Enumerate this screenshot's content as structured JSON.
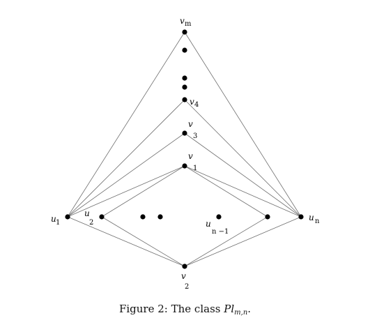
{
  "diagram": {
    "vertices": [
      {
        "id": "vm",
        "label": "v",
        "sub": "m"
      },
      {
        "id": "d1",
        "label": "",
        "sub": ""
      },
      {
        "id": "d2",
        "label": "",
        "sub": ""
      },
      {
        "id": "d3",
        "label": "",
        "sub": ""
      },
      {
        "id": "v4",
        "label": "v",
        "sub": "4"
      },
      {
        "id": "v3",
        "label": "v",
        "sub": "3"
      },
      {
        "id": "v1",
        "label": "v",
        "sub": "1"
      },
      {
        "id": "u1",
        "label": "u",
        "sub": "1"
      },
      {
        "id": "u2",
        "label": "u",
        "sub": "2"
      },
      {
        "id": "x1",
        "label": "",
        "sub": ""
      },
      {
        "id": "x2",
        "label": "",
        "sub": ""
      },
      {
        "id": "un1",
        "label": "u",
        "sub": "n −1"
      },
      {
        "id": "x3",
        "label": "",
        "sub": ""
      },
      {
        "id": "un",
        "label": "u",
        "sub": "n"
      },
      {
        "id": "v2",
        "label": "v",
        "sub": "2"
      }
    ],
    "edges": [
      [
        "u1",
        "vm"
      ],
      [
        "u1",
        "v4"
      ],
      [
        "u1",
        "v3"
      ],
      [
        "u1",
        "v1"
      ],
      [
        "u1",
        "v2"
      ],
      [
        "un",
        "vm"
      ],
      [
        "un",
        "v4"
      ],
      [
        "un",
        "v3"
      ],
      [
        "un",
        "v1"
      ],
      [
        "un",
        "v2"
      ],
      [
        "u2",
        "v1"
      ],
      [
        "u2",
        "v2"
      ],
      [
        "x3",
        "v1"
      ],
      [
        "x3",
        "v2"
      ]
    ]
  },
  "caption": {
    "prefix": "Figure 2:",
    "text": "The class",
    "math": "Pl",
    "math_sub": "m,n",
    "suffix": "."
  }
}
